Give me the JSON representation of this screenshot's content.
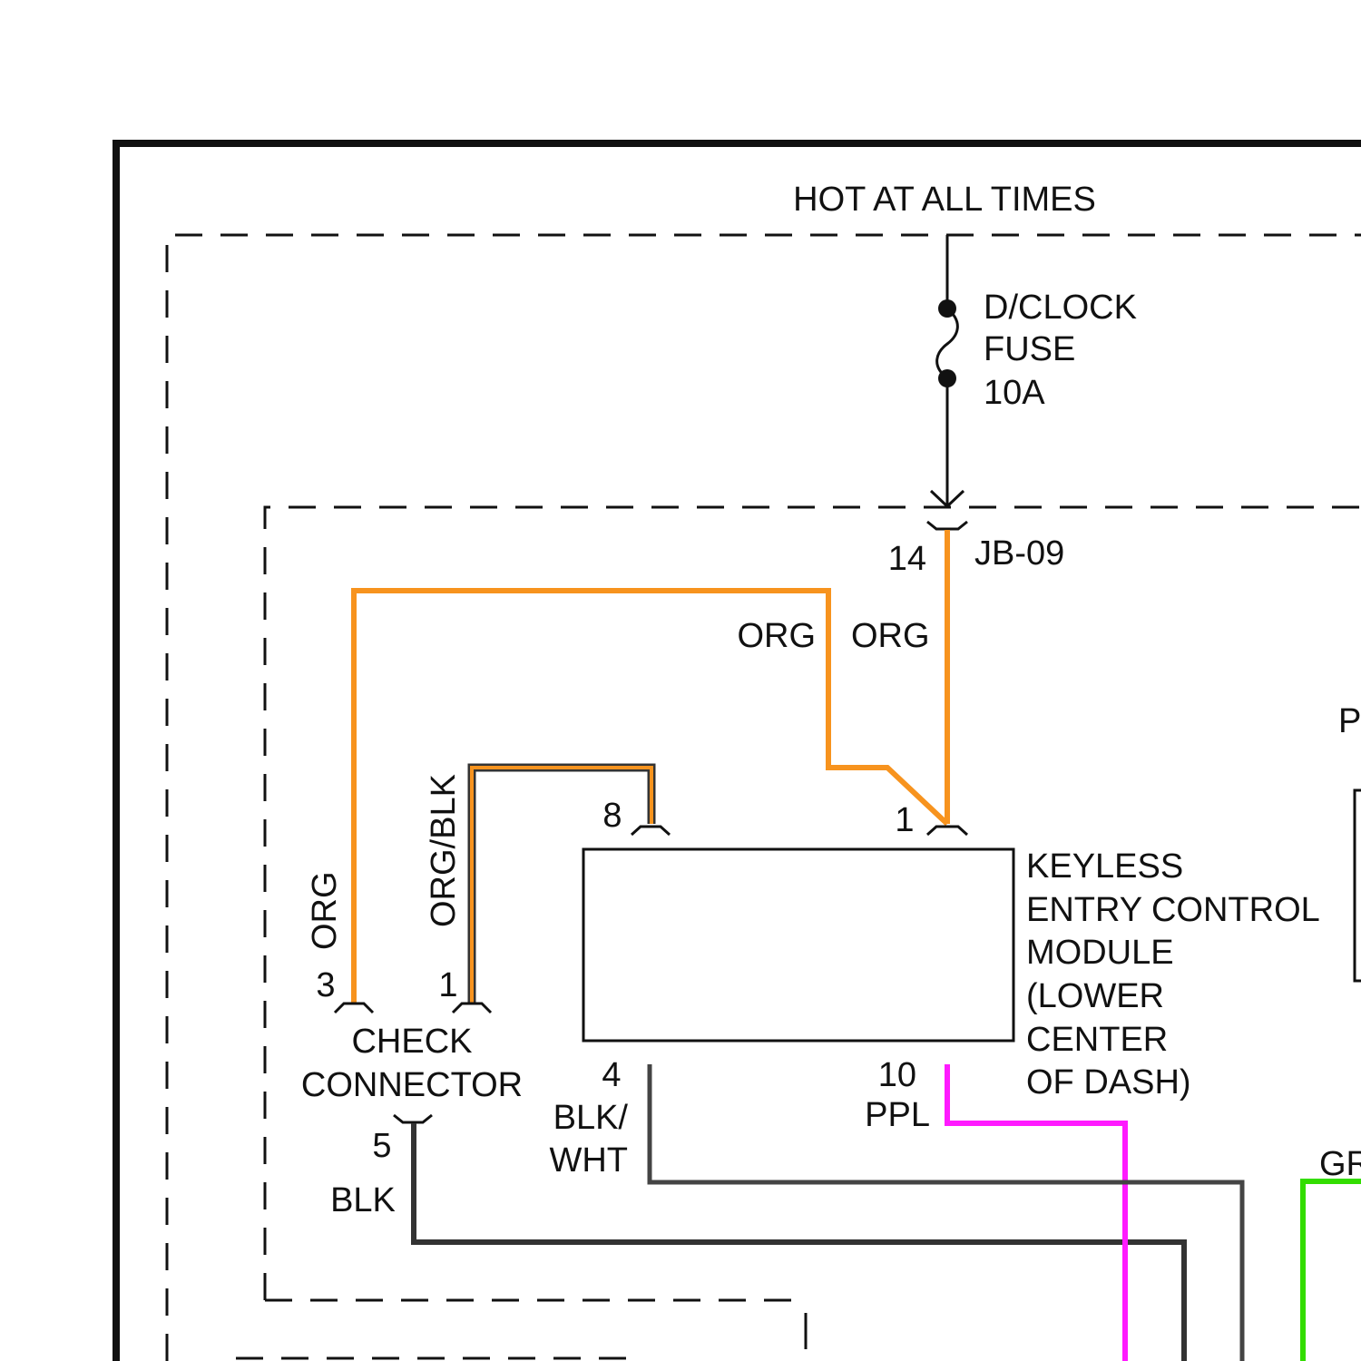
{
  "labels": {
    "hot": "HOT AT ALL TIMES",
    "fuse_name": "D/CLOCK",
    "fuse_word": "FUSE",
    "fuse_rating": "10A",
    "jb_pin": "14",
    "jb_name": "JB-09",
    "wire_org_left": "ORG",
    "wire_org_right": "ORG",
    "wire_org_vertical": "ORG",
    "wire_orgblk_vertical": "ORG/BLK",
    "pin_module_8": "8",
    "pin_module_1": "1",
    "pin_check_3": "3",
    "pin_check_1": "1",
    "check_line1": "CHECK",
    "check_line2": "CONNECTOR",
    "pin_check_5": "5",
    "wire_blk": "BLK",
    "pin_module_4": "4",
    "wire_blkwht_line1": "BLK/",
    "wire_blkwht_line2": "WHT",
    "pin_module_10": "10",
    "wire_ppl": "PPL",
    "module_line1": "KEYLESS",
    "module_line2": "ENTRY CONTROL",
    "module_line3": "MODULE",
    "module_line4": "(LOWER",
    "module_line5": "CENTER",
    "module_line6": "OF DASH)",
    "edge_p": "P",
    "edge_gr": "GR"
  },
  "colors": {
    "org": "#f7931e",
    "orgblk_outline": "#444444",
    "ppl": "#ff1aff",
    "blk": "#333333",
    "blkwht": "#444444",
    "grn": "#33dd00"
  }
}
